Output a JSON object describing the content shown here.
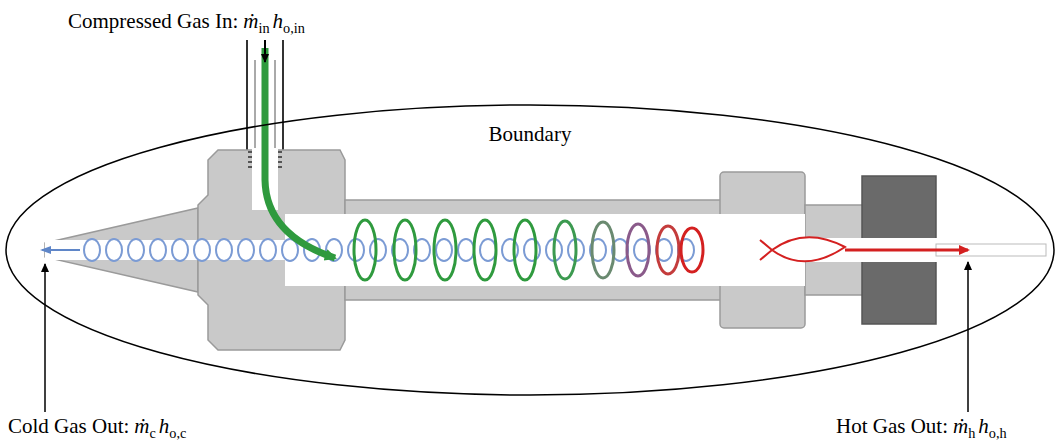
{
  "diagram": {
    "nodes": [
      {
        "text": [
          "Boundary"
        ]
      }
    ],
    "labels": [
      "Compressed Gas In:",
      "ṁ",
      "in",
      "h",
      "o,in",
      "Cold Gas Out:",
      "ṁ",
      "c",
      "h",
      "o,c",
      "Hot Gas Out:",
      "ṁ",
      "h",
      "h",
      "o,h"
    ]
  }
}
